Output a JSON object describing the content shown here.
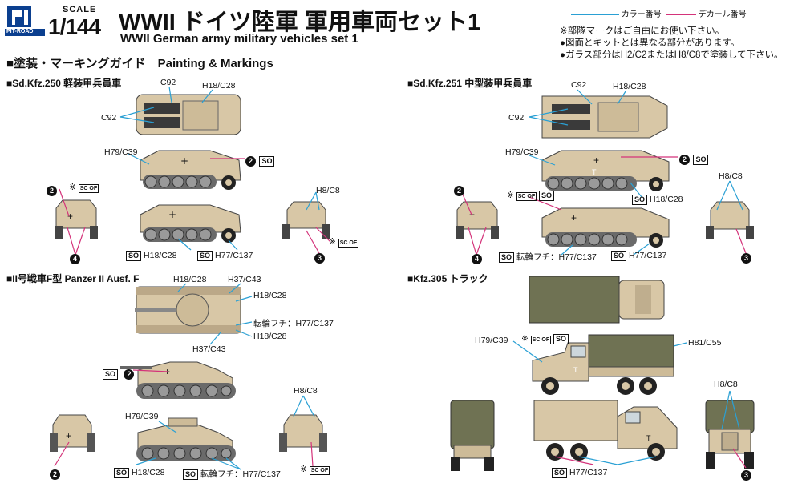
{
  "brand": {
    "logo_text": "PIT-ROAD"
  },
  "header": {
    "scale_word": "SCALE",
    "scale_value": "1/144",
    "title_jp": "WWII ドイツ陸軍 軍用車両セット1",
    "title_en": "WWII German army military vehicles set 1"
  },
  "legend": {
    "color_label": "カラー番号",
    "decal_label": "デカール番号"
  },
  "notes": [
    "※部隊マークはご自由にお使い下さい。",
    "●図面とキットとは異なる部分があります。",
    "●ガラス部分はH2/C2またはH8/C8で塗装して下さい。"
  ],
  "guide_title": "■塗装・マーキングガイド　Painting & Markings",
  "sections": {
    "kfz250": "■Sd.Kfz.250 軽装甲兵員車",
    "kfz251": "■Sd.Kfz.251 中型装甲兵員車",
    "panzer2": "■II号戦車F型 Panzer II Ausf. F",
    "kfz305": "■Kfz.305 トラック"
  },
  "tokens": {
    "so": "SO",
    "decal_tag": "SC OF",
    "n2": "2",
    "n3": "3",
    "n4": "4"
  },
  "labels": {
    "c92": "C92",
    "h18c28": "H18/C28",
    "h79c39": "H79/C39",
    "h8c8": "H8/C8",
    "h77c137": "H77/C137",
    "h37c43": "H37/C43",
    "h81c55": "H81/C55",
    "wheel_rim": "転輪フチ：H77/C137",
    "wheel_rim_short": "転輪フチ：H77/C137",
    "kome": "※"
  },
  "colors": {
    "sand": "#d8c7a6",
    "sand_dark": "#b8a686",
    "canvas": "#6f7253",
    "color_line": "#2aa0d4",
    "decal_line": "#d4337a",
    "track": "#6a6a6a"
  }
}
